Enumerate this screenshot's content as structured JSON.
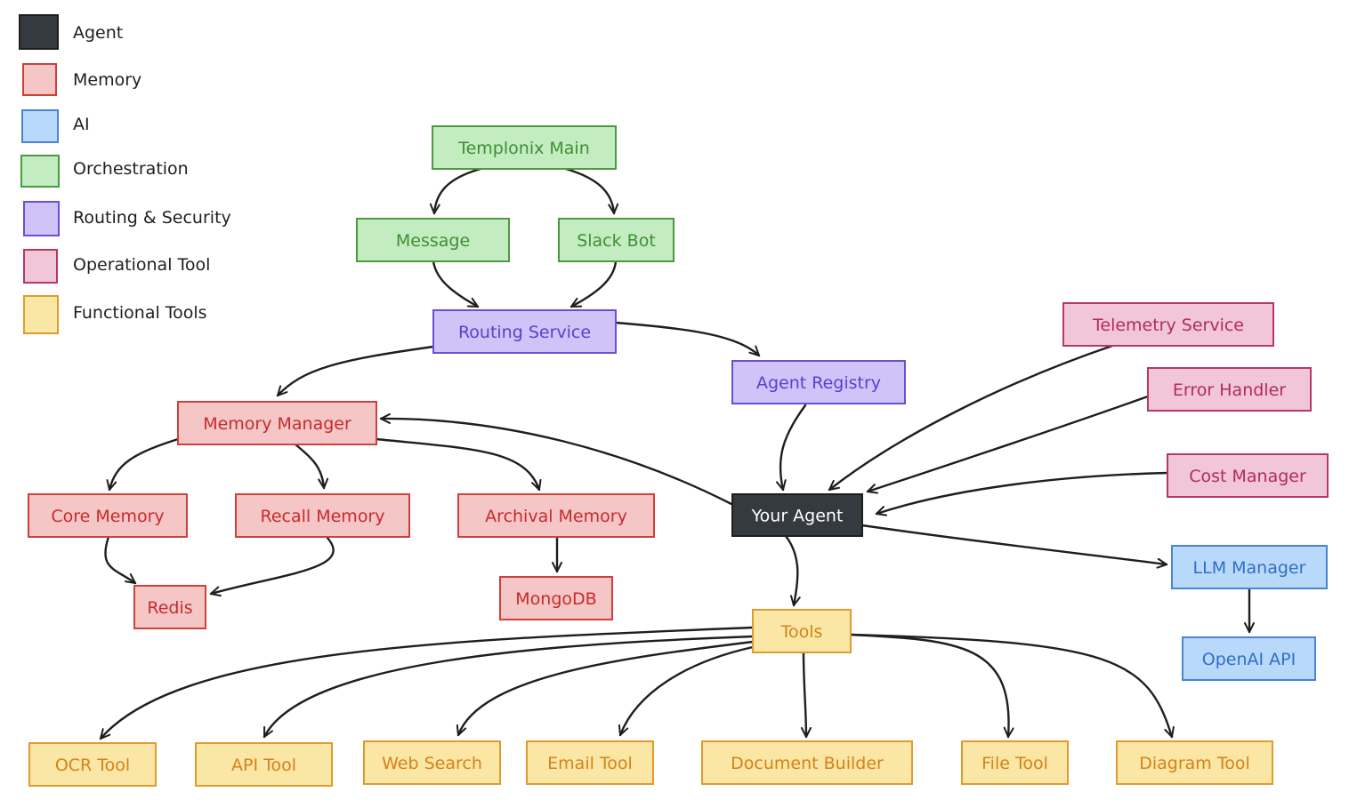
{
  "legend": [
    {
      "category": "agent",
      "label": "Agent"
    },
    {
      "category": "memory",
      "label": "Memory"
    },
    {
      "category": "ai",
      "label": "AI"
    },
    {
      "category": "orchestration",
      "label": "Orchestration"
    },
    {
      "category": "routing",
      "label": "Routing & Security"
    },
    {
      "category": "operational",
      "label": "Operational Tool"
    },
    {
      "category": "functional",
      "label": "Functional Tools"
    }
  ],
  "colors": {
    "agent": {
      "fill": "#343a40",
      "stroke": "#1e1e1e",
      "text": "#ffffff"
    },
    "memory": {
      "fill": "#f5c6c6",
      "stroke": "#d0403a",
      "text": "#c92a2a"
    },
    "ai": {
      "fill": "#b9d9fb",
      "stroke": "#4a84d4",
      "text": "#2f6fc8"
    },
    "orchestration": {
      "fill": "#c3ecc1",
      "stroke": "#4c9a3f",
      "text": "#3f8f34"
    },
    "routing": {
      "fill": "#d0c3f7",
      "stroke": "#6a4fd6",
      "text": "#5b3fd0"
    },
    "operational": {
      "fill": "#f1c6d6",
      "stroke": "#b8366a",
      "text": "#b32a5e"
    },
    "functional": {
      "fill": "#fbe7a5",
      "stroke": "#e09b2d",
      "text": "#d6811a"
    }
  },
  "nodes": {
    "templonix_main": {
      "label": "Templonix Main",
      "category": "orchestration"
    },
    "message": {
      "label": "Message",
      "category": "orchestration"
    },
    "slack_bot": {
      "label": "Slack Bot",
      "category": "orchestration"
    },
    "routing_service": {
      "label": "Routing Service",
      "category": "routing"
    },
    "agent_registry": {
      "label": "Agent Registry",
      "category": "routing"
    },
    "telemetry_service": {
      "label": "Telemetry Service",
      "category": "operational"
    },
    "error_handler": {
      "label": "Error Handler",
      "category": "operational"
    },
    "cost_manager": {
      "label": "Cost Manager",
      "category": "operational"
    },
    "memory_manager": {
      "label": "Memory Manager",
      "category": "memory"
    },
    "core_memory": {
      "label": "Core Memory",
      "category": "memory"
    },
    "recall_memory": {
      "label": "Recall Memory",
      "category": "memory"
    },
    "archival_memory": {
      "label": "Archival Memory",
      "category": "memory"
    },
    "redis": {
      "label": "Redis",
      "category": "memory"
    },
    "mongodb": {
      "label": "MongoDB",
      "category": "memory"
    },
    "your_agent": {
      "label": "Your Agent",
      "category": "agent"
    },
    "llm_manager": {
      "label": "LLM Manager",
      "category": "ai"
    },
    "openai_api": {
      "label": "OpenAI API",
      "category": "ai"
    },
    "tools": {
      "label": "Tools",
      "category": "functional"
    },
    "ocr_tool": {
      "label": "OCR Tool",
      "category": "functional"
    },
    "api_tool": {
      "label": "API Tool",
      "category": "functional"
    },
    "web_search": {
      "label": "Web Search",
      "category": "functional"
    },
    "email_tool": {
      "label": "Email Tool",
      "category": "functional"
    },
    "document_builder": {
      "label": "Document Builder",
      "category": "functional"
    },
    "file_tool": {
      "label": "File Tool",
      "category": "functional"
    },
    "diagram_tool": {
      "label": "Diagram Tool",
      "category": "functional"
    }
  },
  "edges": [
    {
      "from": "templonix_main",
      "to": "message"
    },
    {
      "from": "templonix_main",
      "to": "slack_bot"
    },
    {
      "from": "message",
      "to": "routing_service"
    },
    {
      "from": "slack_bot",
      "to": "routing_service"
    },
    {
      "from": "routing_service",
      "to": "memory_manager"
    },
    {
      "from": "routing_service",
      "to": "agent_registry"
    },
    {
      "from": "agent_registry",
      "to": "your_agent"
    },
    {
      "from": "telemetry_service",
      "to": "your_agent"
    },
    {
      "from": "error_handler",
      "to": "your_agent"
    },
    {
      "from": "cost_manager",
      "to": "your_agent"
    },
    {
      "from": "your_agent",
      "to": "memory_manager"
    },
    {
      "from": "memory_manager",
      "to": "core_memory"
    },
    {
      "from": "memory_manager",
      "to": "recall_memory"
    },
    {
      "from": "memory_manager",
      "to": "archival_memory"
    },
    {
      "from": "core_memory",
      "to": "redis"
    },
    {
      "from": "recall_memory",
      "to": "redis"
    },
    {
      "from": "archival_memory",
      "to": "mongodb"
    },
    {
      "from": "your_agent",
      "to": "llm_manager"
    },
    {
      "from": "llm_manager",
      "to": "openai_api"
    },
    {
      "from": "your_agent",
      "to": "tools"
    },
    {
      "from": "tools",
      "to": "ocr_tool"
    },
    {
      "from": "tools",
      "to": "api_tool"
    },
    {
      "from": "tools",
      "to": "web_search"
    },
    {
      "from": "tools",
      "to": "email_tool"
    },
    {
      "from": "tools",
      "to": "document_builder"
    },
    {
      "from": "tools",
      "to": "file_tool"
    },
    {
      "from": "tools",
      "to": "diagram_tool"
    }
  ]
}
